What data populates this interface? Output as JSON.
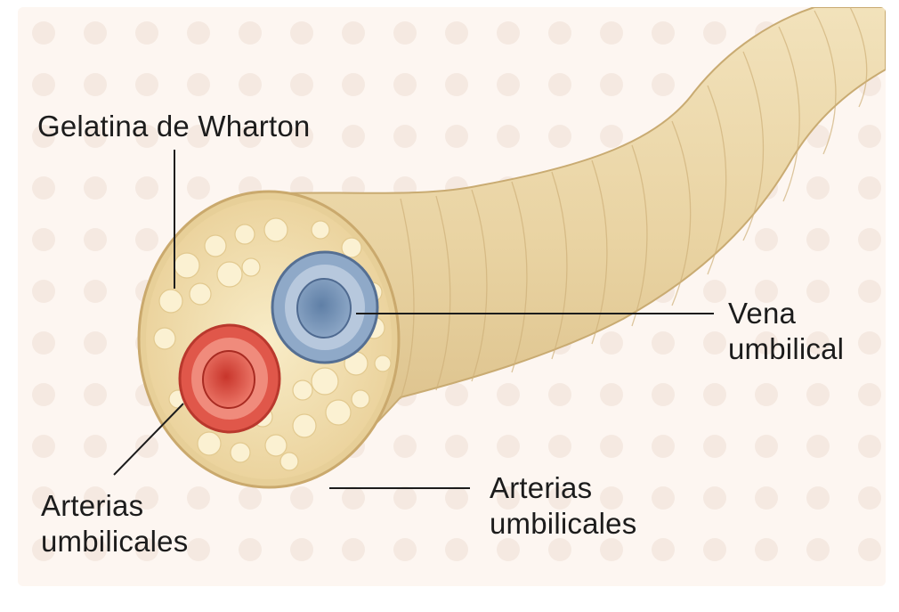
{
  "labels": {
    "wharton": "Gelatina de Wharton",
    "vena_line1": "Vena",
    "vena_line2": "umbilical",
    "arterias_left_line1": "Arterias",
    "arterias_left_line2": "umbilicales",
    "arterias_right_line1": "Arterias",
    "arterias_right_line2": "umbilicales"
  },
  "colors": {
    "background": "#fdf6f1",
    "cord": "#ecd7a8",
    "wharton_jelly": "#f3e4b9",
    "vein": "#8fa9c8",
    "artery": "#e0574a",
    "leader_line": "#1c1c1c"
  }
}
